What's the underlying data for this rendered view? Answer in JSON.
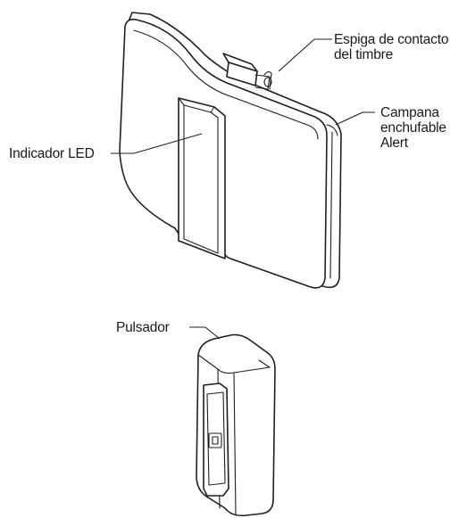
{
  "labels": {
    "espiga": {
      "line1": "Espiga de contacto",
      "line2": "del timbre"
    },
    "campana": {
      "line1": "Campana",
      "line2": "enchufable",
      "line3": "Alert"
    },
    "indicador": "Indicador LED",
    "pulsador": "Pulsador"
  }
}
